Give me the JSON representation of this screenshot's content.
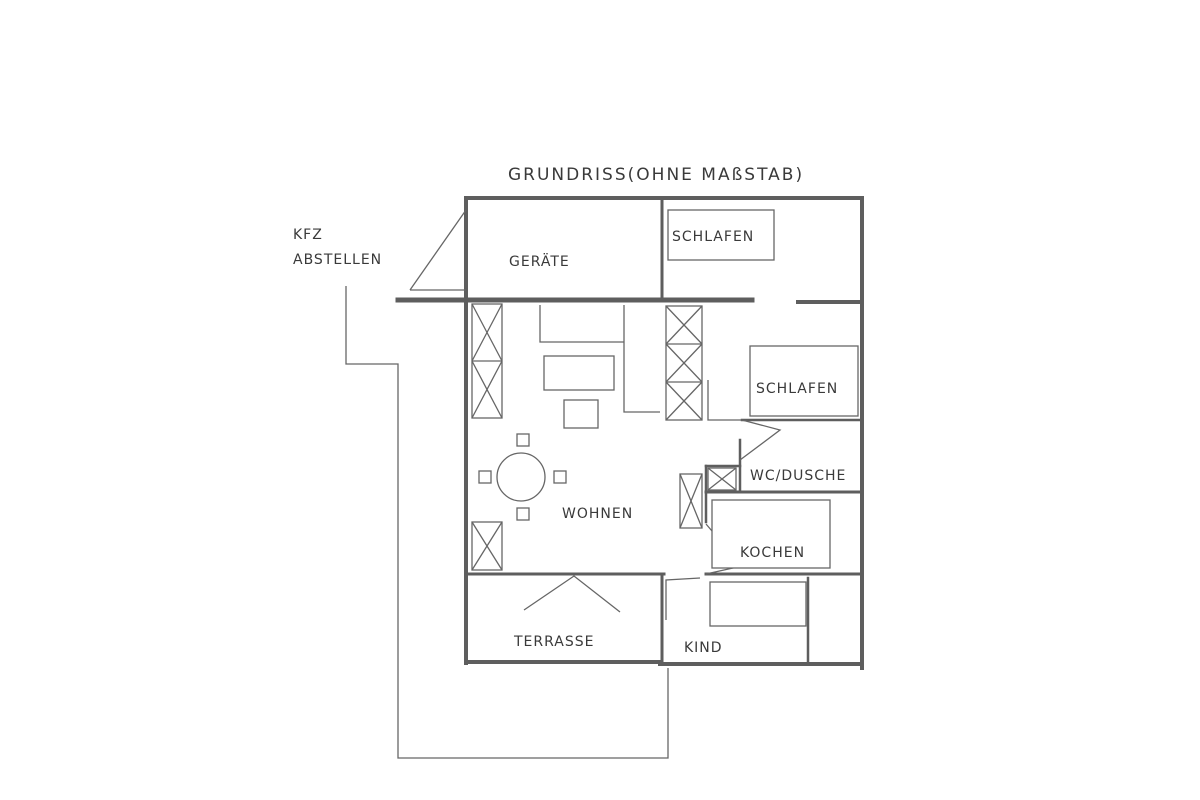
{
  "diagram": {
    "title": "GRUNDRISS(OHNE MAßSTAB)",
    "parking_label_line1": "KFZ",
    "parking_label_line2": "ABSTELLEN",
    "rooms": {
      "geraete": "GERÄTE",
      "schlafen_1": "SCHLAFEN",
      "schlafen_2": "SCHLAFEN",
      "wc_dusche": "WC/DUSCHE",
      "wohnen": "WOHNEN",
      "kochen": "KOCHEN",
      "terrasse": "TERRASSE",
      "kind": "KIND"
    },
    "colors": {
      "ink": "#5e5e5e",
      "paper": "#ffffff"
    }
  }
}
